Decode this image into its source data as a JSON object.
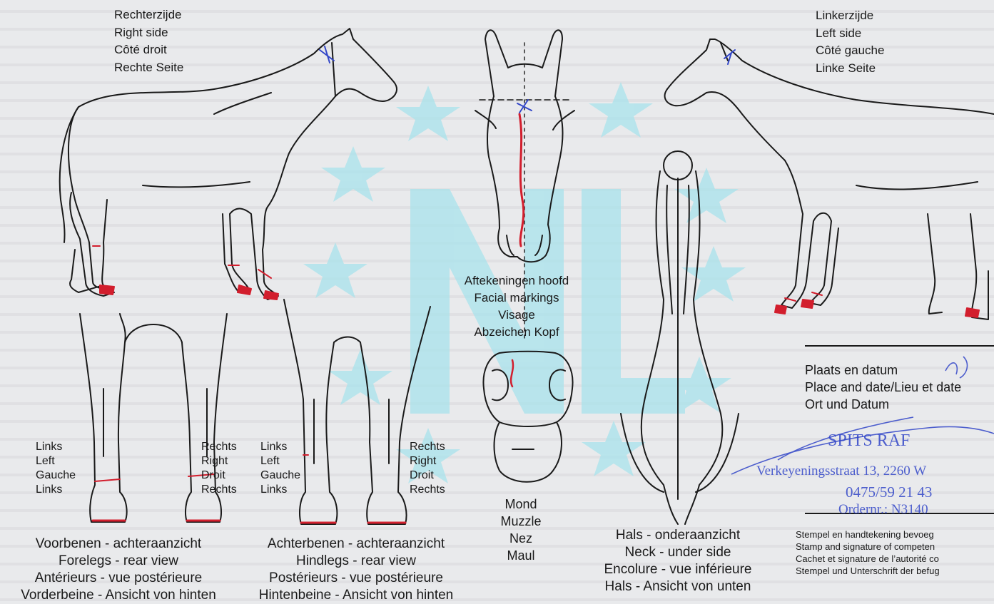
{
  "right_side": {
    "lines": [
      "Rechterzijde",
      "Right side",
      "Côté droit",
      "Rechte Seite"
    ]
  },
  "left_side": {
    "lines": [
      "Linkerzijde",
      "Left side",
      "Côté gauche",
      "Linke Seite"
    ]
  },
  "facial": {
    "lines": [
      "Aftekeningen hoofd",
      "Facial markings",
      "Visage",
      "Abzeichen Kopf"
    ]
  },
  "muzzle": {
    "lines": [
      "Mond",
      "Muzzle",
      "Nez",
      "Maul"
    ]
  },
  "forelegs": {
    "left_lines": [
      "Links",
      "Left",
      "Gauche",
      "Links"
    ],
    "right_lines": [
      "Rechts",
      "Right",
      "Droit",
      "Rechts"
    ],
    "caption": [
      "Voorbenen - achteraanzicht",
      "Forelegs - rear view",
      "Antérieurs - vue postérieure",
      "Vorderbeine - Ansicht von hinten"
    ]
  },
  "hindlegs": {
    "left_lines": [
      "Links",
      "Left",
      "Gauche",
      "Links"
    ],
    "right_lines": [
      "Rechts",
      "Right",
      "Droit",
      "Rechts"
    ],
    "caption": [
      "Achterbenen - achteraanzicht",
      "Hindlegs - rear view",
      "Postérieurs - vue postérieure",
      "Hintenbeine - Ansicht von hinten"
    ]
  },
  "neck": {
    "caption": [
      "Hals - onderaanzicht",
      "Neck - under side",
      "Encolure - vue inférieure",
      "Hals - Ansicht von unten"
    ]
  },
  "place_date": {
    "lines": [
      "Plaats en datum",
      "Place and date/Lieu et date",
      "Ort und Datum"
    ]
  },
  "stamp_block": {
    "lines": [
      "Stempel en handtekening bevoeg",
      "Stamp and signature of competen",
      "Cachet et signature de l’autorité co",
      "Stempel und Unterschrift der befug"
    ]
  },
  "stamp": {
    "name": "SPITS RAF",
    "street": "Verkeyeningsstraat 13, 2260 W",
    "phone": "0475/59 21 43",
    "order": "Ordernr.: N3140"
  },
  "colors": {
    "ink": "#1a1a1a",
    "red_marking": "#d21e2d",
    "stamp_blue": "#3246c8",
    "watermark": "#a8e3ec"
  }
}
